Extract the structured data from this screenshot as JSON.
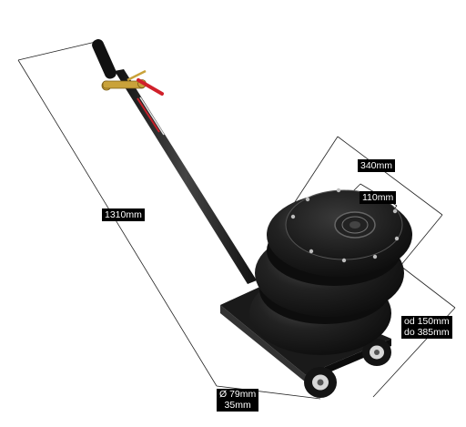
{
  "labels": {
    "length": "1310mm",
    "width": "340mm",
    "top_plate": "110mm",
    "height_range": "od 150mm\ndo 385mm",
    "wheel": "Ø 79mm\n35mm"
  },
  "colors": {
    "background": "#ffffff",
    "label_bg": "#000000",
    "label_text": "#ffffff",
    "bellows": "#1b1b1b",
    "valve_brass": "#c9a23a",
    "valve_lever": "#d0202a"
  }
}
